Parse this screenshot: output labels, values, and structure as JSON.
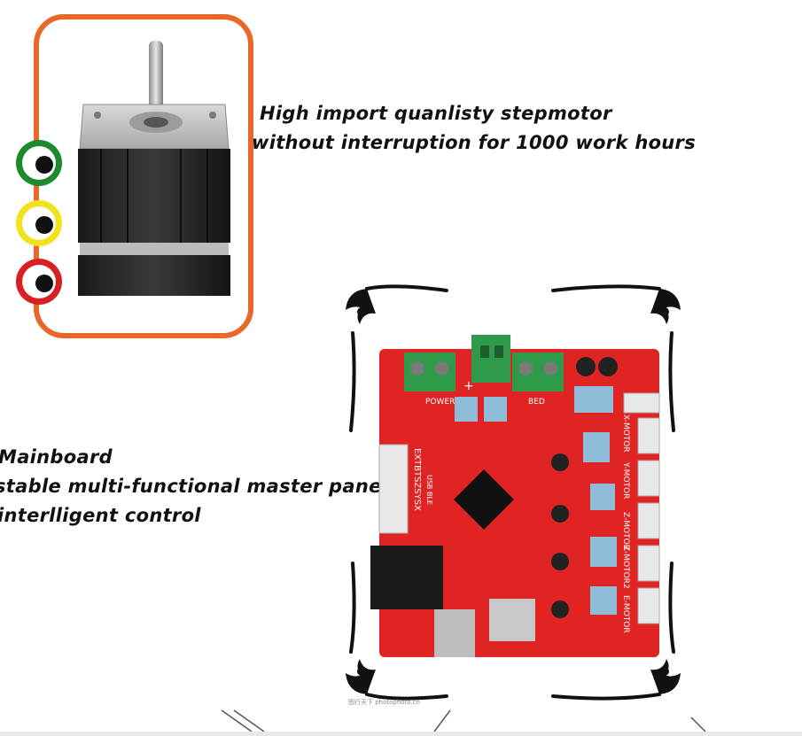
{
  "motor_caption": {
    "line1": "High import quanlisty stepmotor",
    "line2": "without interruption for 1000 work hours"
  },
  "board_caption": {
    "line1": "Mainboard",
    "line2": "stable multi-functional master panel",
    "line3": "interlligent control"
  },
  "board_labels": {
    "power": "POWER",
    "bed": "BED",
    "x_motor": "X-MOTOR",
    "y_motor": "Y-MOTOR",
    "z_motor": "Z-MOTOR",
    "z2_motor": "Z-MOTOR2",
    "e_motor": "E-MOTOR",
    "ends": "EXTBTSZSYSX",
    "plus": "+",
    "usb": "USB BLE"
  },
  "watermark": "图行天下 photophoto.cn",
  "colors": {
    "frame_orange": "#e8682a",
    "pcb_red": "#e02323",
    "terminal_green": "#2e9a4a",
    "eye_green": "#1e8a2e",
    "eye_yellow": "#f2e21c",
    "eye_red": "#d82020"
  }
}
